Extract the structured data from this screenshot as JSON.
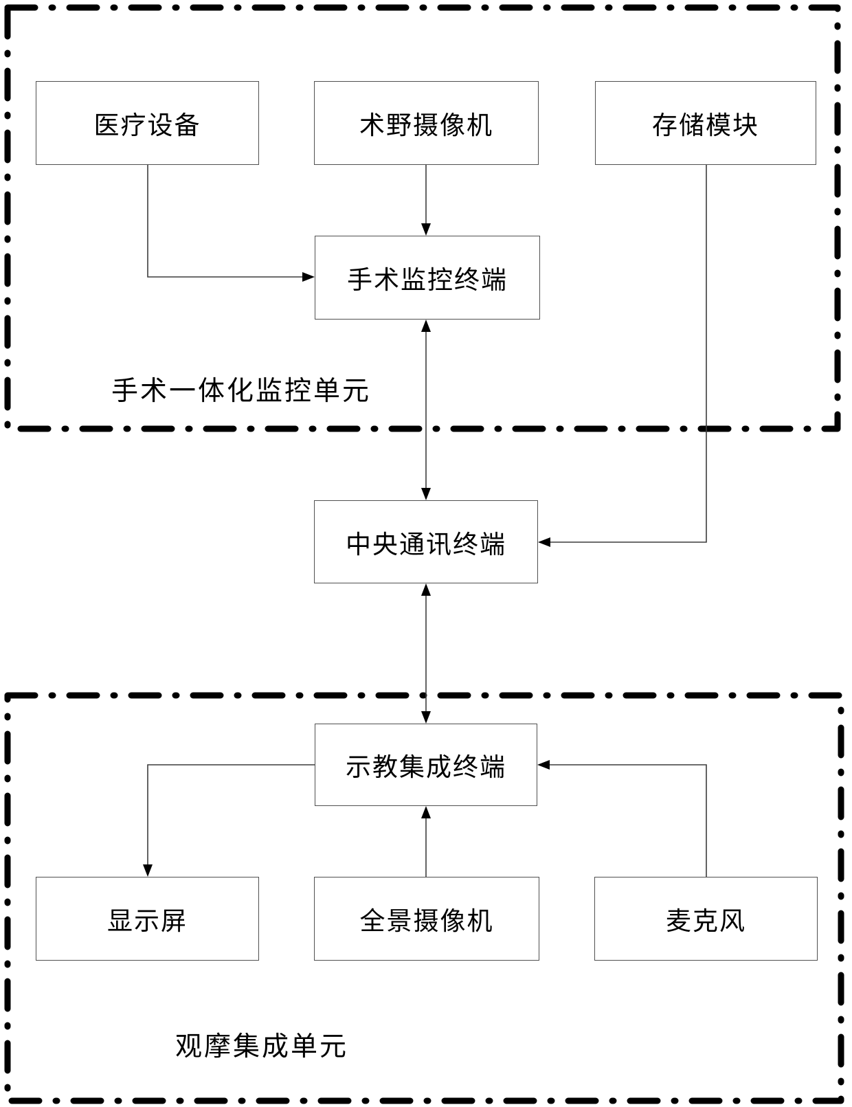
{
  "figure": {
    "background": "#ffffff",
    "units": [
      {
        "id": "surgery-integrated-monitoring-unit",
        "label": "手术一体化监控单元"
      },
      {
        "id": "observation-integration-unit",
        "label": "观摩集成单元"
      }
    ],
    "nodes": [
      {
        "id": "medical-equipment",
        "label": "医疗设备"
      },
      {
        "id": "surgical-field-camera",
        "label": "术野摄像机"
      },
      {
        "id": "storage-module",
        "label": "存储模块"
      },
      {
        "id": "surgery-monitoring-terminal",
        "label": "手术监控终端"
      },
      {
        "id": "central-communication-terminal",
        "label": "中央通讯终端"
      },
      {
        "id": "teaching-integration-terminal",
        "label": "示教集成终端"
      },
      {
        "id": "display-screen",
        "label": "显示屏"
      },
      {
        "id": "panoramic-camera",
        "label": "全景摄像机"
      },
      {
        "id": "microphone",
        "label": "麦克风"
      }
    ],
    "connections": [
      {
        "from": "医疗设备",
        "to": "手术监控终端",
        "direction": "one-way"
      },
      {
        "from": "术野摄像机",
        "to": "手术监控终端",
        "direction": "one-way"
      },
      {
        "from": "手术监控终端",
        "to": "中央通讯终端",
        "direction": "two-way"
      },
      {
        "from": "存储模块",
        "to": "中央通讯终端",
        "direction": "one-way"
      },
      {
        "from": "中央通讯终端",
        "to": "示教集成终端",
        "direction": "two-way"
      },
      {
        "from": "示教集成终端",
        "to": "显示屏",
        "direction": "one-way"
      },
      {
        "from": "全景摄像机",
        "to": "示教集成终端",
        "direction": "one-way"
      },
      {
        "from": "麦克风",
        "to": "示教集成终端",
        "direction": "one-way"
      }
    ],
    "colors": {
      "connector_line": "#3c3c3c",
      "box_border": "#4f4f4f",
      "dashed_unit_border": "#000000",
      "text": "#000000"
    }
  }
}
